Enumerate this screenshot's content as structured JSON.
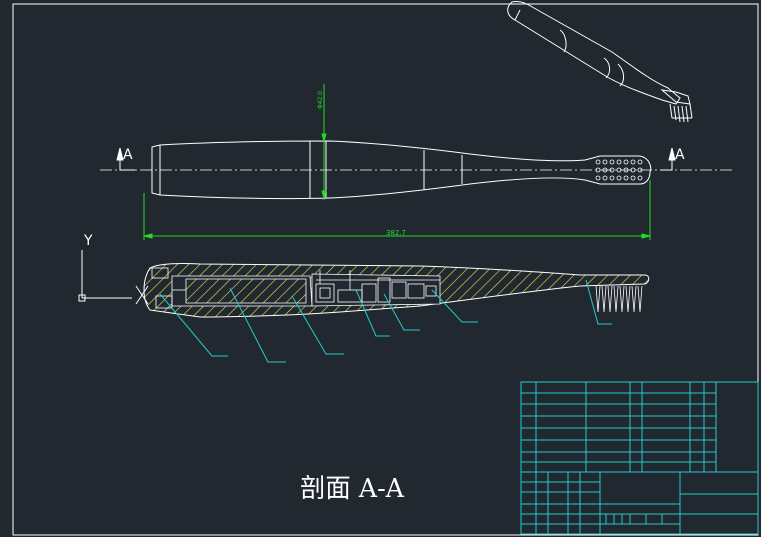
{
  "drawing": {
    "section_title": "剖面 A-A",
    "section_mark": "A",
    "axis_label": "Y",
    "dim_diameter": "Φ42.0",
    "dim_length": "382.7"
  },
  "colors": {
    "background": "#212830",
    "outline": "#ffffff",
    "dimension": "#22dd22",
    "hatch": "#e8e850",
    "leader": "#22cccc",
    "title_block": "#22cccc"
  }
}
